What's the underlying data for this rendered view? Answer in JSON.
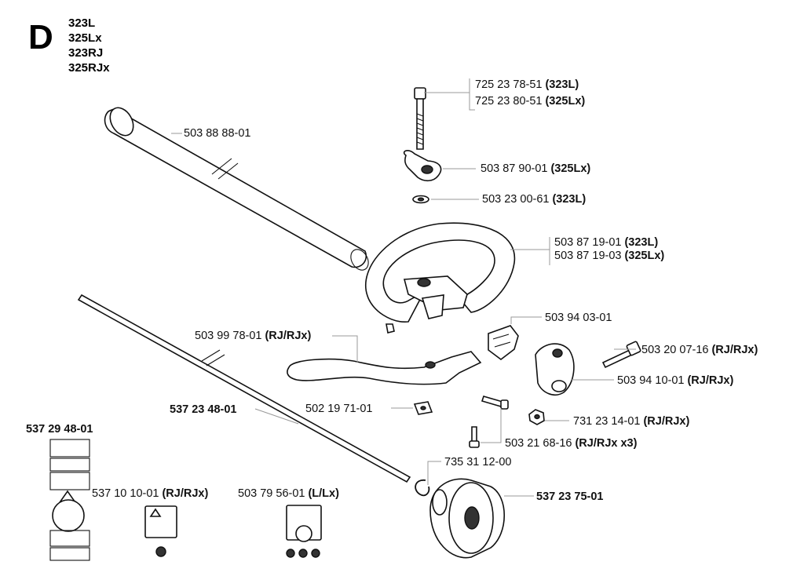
{
  "section": {
    "letter": "D",
    "models": [
      "323L",
      "325Lx",
      "323RJ",
      "325RJx"
    ]
  },
  "labels": {
    "bolt": [
      {
        "num": "725 23 78-51",
        "note": "(323L)"
      },
      {
        "num": "725 23 80-51",
        "note": "(325Lx)"
      }
    ],
    "tube": {
      "num": "503 88 88-01",
      "note": ""
    },
    "wing_knob": {
      "num": "503 87 90-01",
      "note": "(325Lx)"
    },
    "washer": {
      "num": "503 23 00-61",
      "note": "(323L)"
    },
    "loop_handle": [
      {
        "num": "503 87 19-01",
        "note": "(323L)"
      },
      {
        "num": "503 87 19-03",
        "note": "(325Lx)"
      }
    ],
    "bracket": {
      "num": "503 94 03-01",
      "note": ""
    },
    "screw_clamp": {
      "num": "503 20 07-16",
      "note": "(RJ/RJx)"
    },
    "clamp": {
      "num": "503 94 10-01",
      "note": "(RJ/RJx)"
    },
    "nut": {
      "num": "731 23 14-01",
      "note": "(RJ/RJx)"
    },
    "barrier": {
      "num": "503 99 78-01",
      "note": "(RJ/RJx)"
    },
    "square_nut": {
      "num": "502 19 71-01",
      "note": ""
    },
    "drive_shaft": {
      "num": "537 23 48-01",
      "note": ""
    },
    "screws": {
      "num": "503 21 68-16",
      "note": "(RJ/RJx x3)"
    },
    "clip": {
      "num": "735 31 12-00",
      "note": ""
    },
    "drum": {
      "num": "537 23 75-01",
      "note": ""
    },
    "decal_set": {
      "num": "537 29 48-01",
      "note": ""
    },
    "decal_rj": {
      "num": "537 10 10-01",
      "note": "(RJ/RJx)"
    },
    "decal_l": {
      "num": "503 79 56-01",
      "note": "(L/Lx)"
    }
  }
}
